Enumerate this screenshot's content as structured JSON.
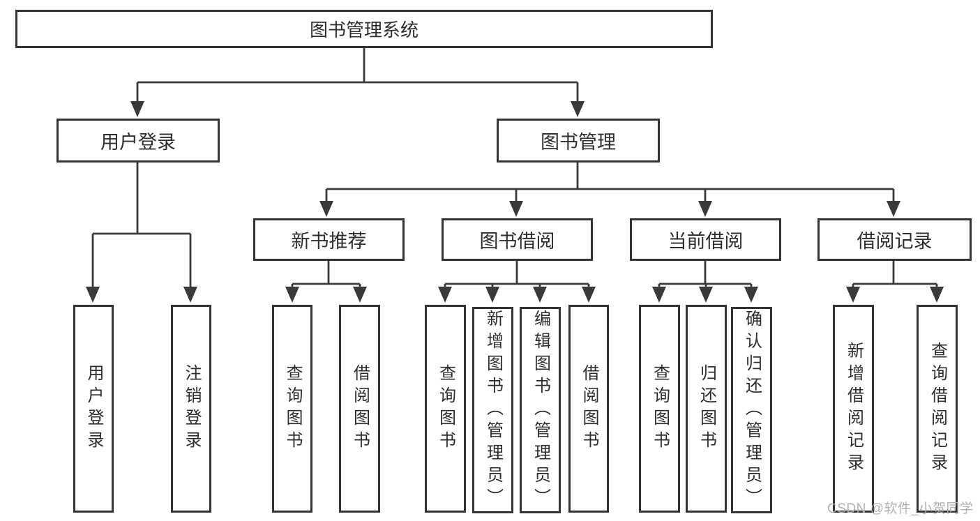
{
  "diagram": {
    "root": "图书管理系统",
    "level2": [
      "用户登录",
      "图书管理"
    ],
    "level3": [
      "新书推荐",
      "图书借阅",
      "当前借阅",
      "借阅记录"
    ],
    "leaves": {
      "login": [
        "用户登录",
        "注销登录"
      ],
      "recommend": [
        "查询图书",
        "借阅图书"
      ],
      "borrow": [
        "查询图书",
        "新增图书（管理员）",
        "编辑图书（管理员）",
        "借阅图书"
      ],
      "current": [
        "查询图书",
        "归还图书",
        "确认归还（管理员）"
      ],
      "records": [
        "新增借阅记录",
        "查询借阅记录"
      ]
    }
  },
  "watermark": "CSDN @软件_小贺同学",
  "colors": {
    "line": "#3a3a3a",
    "box_border": "#333333",
    "text": "#2d2d2d",
    "watermark": "#adadad",
    "background": "#ffffff"
  }
}
